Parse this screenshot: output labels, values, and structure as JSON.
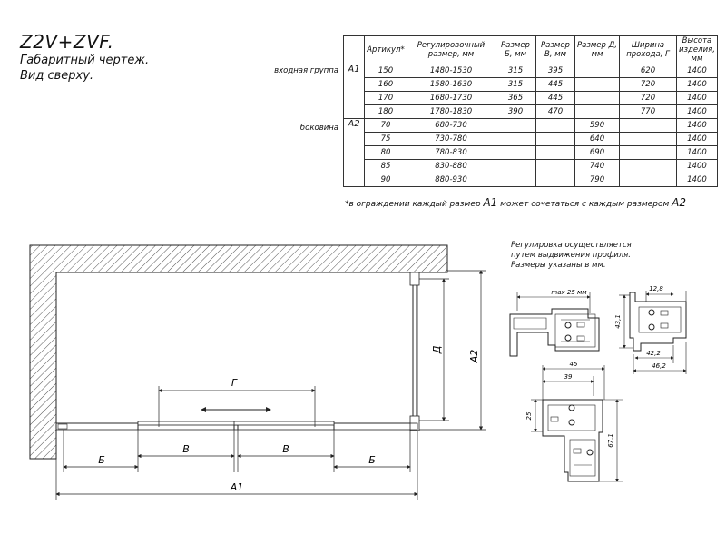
{
  "header": {
    "title": "Z2V+ZVF.",
    "subtitle_1": "Габаритный чертеж.",
    "subtitle_2": "Вид сверху."
  },
  "table": {
    "headers": [
      "Артикул*",
      "Регулировочный размер, мм",
      "Размер Б, мм",
      "Размер В, мм",
      "Размер Д, мм",
      "Ширина прохода, Г",
      "Высота изделия, мм"
    ],
    "group_a1": {
      "label": "входная группа",
      "code": "А1",
      "rows": [
        [
          "150",
          "1480-1530",
          "315",
          "395",
          "",
          "620",
          "1400"
        ],
        [
          "160",
          "1580-1630",
          "315",
          "445",
          "",
          "720",
          "1400"
        ],
        [
          "170",
          "1680-1730",
          "365",
          "445",
          "",
          "720",
          "1400"
        ],
        [
          "180",
          "1780-1830",
          "390",
          "470",
          "",
          "770",
          "1400"
        ]
      ]
    },
    "group_a2": {
      "label": "боковина",
      "code": "А2",
      "rows": [
        [
          "70",
          "680-730",
          "",
          "",
          "590",
          "",
          "1400"
        ],
        [
          "75",
          "730-780",
          "",
          "",
          "640",
          "",
          "1400"
        ],
        [
          "80",
          "780-830",
          "",
          "",
          "690",
          "",
          "1400"
        ],
        [
          "85",
          "830-880",
          "",
          "",
          "740",
          "",
          "1400"
        ],
        [
          "90",
          "880-930",
          "",
          "",
          "790",
          "",
          "1400"
        ]
      ]
    },
    "footnote_prefix": "*в ограждении каждый размер ",
    "footnote_a1": "А1",
    "footnote_middle": " может сочетаться с каждым размером ",
    "footnote_a2": "А2"
  },
  "profile_note": {
    "line_1": "Регулировка осуществляется",
    "line_2": "путем выдвижения профиля.",
    "line_3": "Размеры указаны в мм."
  },
  "plan_labels": {
    "b_left": "Б",
    "v_left": "В",
    "v_right": "В",
    "b_right": "Б",
    "g": "Г",
    "a1": "А1",
    "a2": "А2",
    "d": "Д"
  },
  "profile_dims": {
    "max": "max 25 мм",
    "d12_8": "12,8",
    "d43_1": "43,1",
    "d42_2": "42,2",
    "d46_2": "46,2",
    "d45": "45",
    "d39": "39",
    "d25": "25",
    "d67_1": "67,1"
  },
  "colors": {
    "line": "#222222",
    "hatch": "#555555",
    "profile_fill": "#ffffff"
  }
}
